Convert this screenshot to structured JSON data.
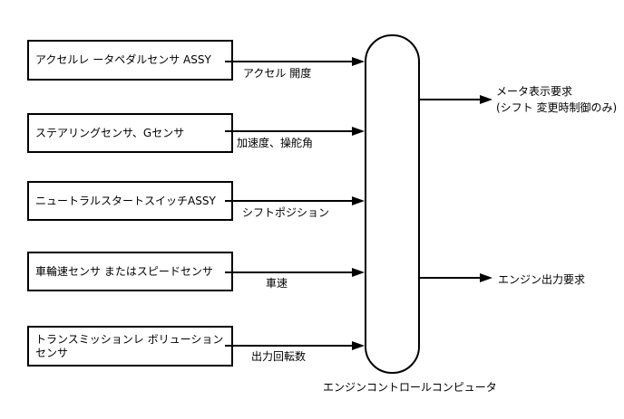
{
  "computer": {
    "label": "エンジンコントロールコンピュータ"
  },
  "inputs": [
    {
      "source": "アクセルレ ータペダルセンサ ASSY",
      "signal": "アクセル 開度"
    },
    {
      "source": "ステアリングセンサ、Gセンサ",
      "signal": "加速度、操舵角"
    },
    {
      "source": "ニュートラルスタートスイッチASSY",
      "signal": "シフトポジション"
    },
    {
      "source": "車輪速センサ またはスピードセンサ",
      "signal": "車速"
    },
    {
      "source": "トランスミッションレ ボリューション\nセンサ",
      "signal": "出力回転数"
    }
  ],
  "outputs": [
    {
      "line1": "メータ表示要求",
      "line2": "(シフト 変更時制御のみ)"
    },
    {
      "line1": "エンジン出力要求",
      "line2": ""
    }
  ],
  "colors": {
    "line": "#000000",
    "background": "#ffffff"
  }
}
